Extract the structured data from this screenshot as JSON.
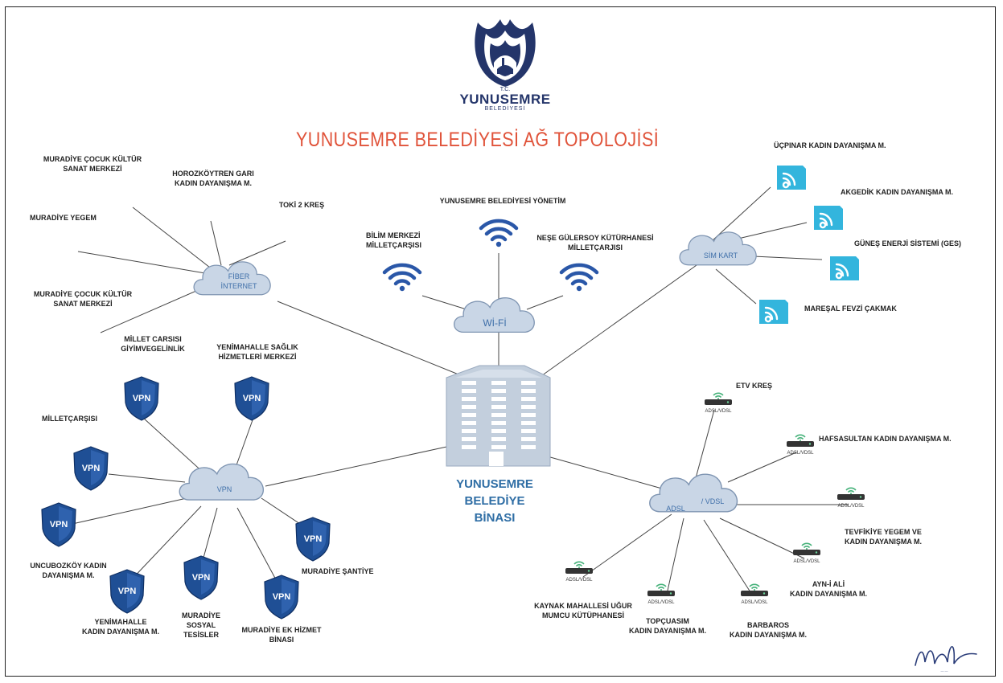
{
  "logo": {
    "tc": "T.C.",
    "name": "YUNUSEMRE",
    "sub": "BELEDİYESİ"
  },
  "title": "YUNUSEMRE BELEDİYESİ AĞ TOPOLOJİSİ",
  "building_label": "YUNUSEMRE\nBELEDİYE\nBİNASI",
  "clouds": {
    "fiber": "FİBER\nİNTERNET",
    "wifi": "Wİ-Fİ",
    "simkart": "SİM KART",
    "vpn": "VPN",
    "adsl_left": "ADSL",
    "adsl_right": "/ VDSL"
  },
  "fiber_nodes": [
    "MURADİYE ÇOCUK KÜLTÜR\nSANAT MERKEZİ",
    "HOROZKÖYTREN GARI\nKADIN DAYANIŞMA M.",
    "TOKİ 2 KREŞ",
    "MURADİYE YEGEM",
    "MURADİYE ÇOCUK KÜLTÜR\nSANAT MERKEZİ"
  ],
  "wifi_nodes": [
    "BİLİM MERKEZİ\nMİLLETÇARŞISI",
    "YUNUSEMRE BELEDİYESİ YÖNETİM",
    "NEŞE GÜLERSOY KÜTÜRHANESİ\nMİLLETÇARJISI"
  ],
  "sim_nodes": [
    "ÜÇPINAR KADIN DAYANIŞMA M.",
    "AKGEDİK KADIN DAYANIŞMA M.",
    "GÜNEŞ ENERJİ SİSTEMİ (GES)",
    "MAREŞAL FEVZİ ÇAKMAK"
  ],
  "vpn_nodes": [
    "MİLLET CARSISI\nGİYİMVEGELİNLİK",
    "YENİMAHALLE SAĞLIK\nHİZMETLERİ MERKEZİ",
    "MİLLETÇARŞISI",
    "UNCUBOZKÖY KADIN\nDAYANIŞMA M.",
    "YENİMAHALLE\nKADIN DAYANIŞMA M.",
    "MURADİYE\nSOSYAL\nTESİSLER",
    "MURADİYE EK HİZMET\nBİNASI",
    "MURADİYE ŞANTİYE"
  ],
  "vpn_shield_text": "VPN",
  "adsl_device_text": "ADSL/VDSL",
  "adsl_nodes": [
    "ETV KREŞ",
    "HAFSASULTAN KADIN DAYANIŞMA M.",
    "TEVFİKİYE YEGEM VE\nKADIN DAYANIŞMA M.",
    "AYN-İ ALİ\nKADIN DAYANIŞMA M.",
    "BARBAROS\nKADIN DAYANIŞMA M.",
    "TOPÇUASIM\nKADIN DAYANIŞMA M.",
    "KAYNAK MAHALLESİ UĞUR\nMUMCU KÜTÜPHANESİ"
  ],
  "colors": {
    "title": "#e0533a",
    "cloud_fill": "#c9d6e6",
    "cloud_stroke": "#7f95b2",
    "wifi_blue": "#2a57a8",
    "sim_cyan": "#33b5dd",
    "vpn_shield": "#1f4f95",
    "adsl_green": "#46b27a",
    "building": "#c3cfdd"
  }
}
